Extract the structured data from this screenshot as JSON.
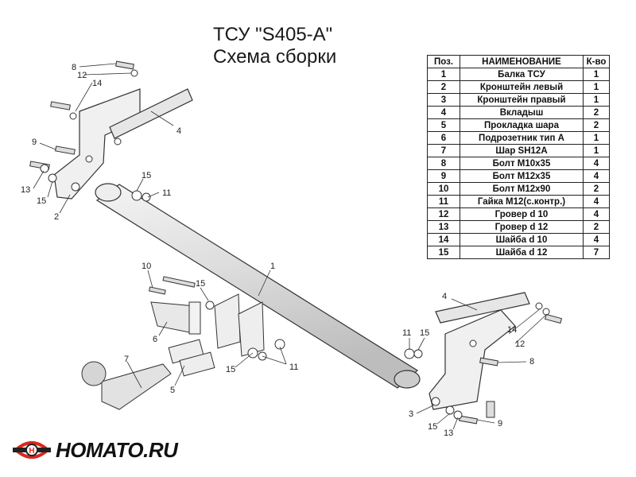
{
  "title": {
    "line1": "ТСУ \"S405-A\"",
    "line2": "Схема сборки"
  },
  "table": {
    "headers": [
      "Поз.",
      "НАИМЕНОВАНИЕ",
      "К-во"
    ],
    "rows": [
      [
        "1",
        "Балка ТСУ",
        "1"
      ],
      [
        "2",
        "Кронштейн левый",
        "1"
      ],
      [
        "3",
        "Кронштейн правый",
        "1"
      ],
      [
        "4",
        "Вкладыш",
        "2"
      ],
      [
        "5",
        "Прокладка шара",
        "2"
      ],
      [
        "6",
        "Подрозетник тип А",
        "1"
      ],
      [
        "7",
        "Шар SH12A",
        "1"
      ],
      [
        "8",
        "Болт М10х35",
        "4"
      ],
      [
        "9",
        "Болт М12х35",
        "4"
      ],
      [
        "10",
        "Болт М12х90",
        "2"
      ],
      [
        "11",
        "Гайка М12(с.контр.)",
        "4"
      ],
      [
        "12",
        "Гровер d 10",
        "4"
      ],
      [
        "13",
        "Гровер d 12",
        "2"
      ],
      [
        "14",
        "Шайба d 10",
        "4"
      ],
      [
        "15",
        "Шайба d 12",
        "7"
      ]
    ]
  },
  "logo": {
    "text": "HOMATO.RU",
    "icon": "homato-logo-icon",
    "colors": {
      "red": "#d9281c",
      "dark": "#222222"
    }
  },
  "callouts": [
    "8",
    "12",
    "14",
    "4",
    "9",
    "13",
    "15",
    "2",
    "15",
    "11",
    "1",
    "10",
    "15",
    "6",
    "7",
    "5",
    "15",
    "11",
    "4",
    "11",
    "15",
    "14",
    "12",
    "8",
    "3",
    "15",
    "13",
    "9"
  ]
}
